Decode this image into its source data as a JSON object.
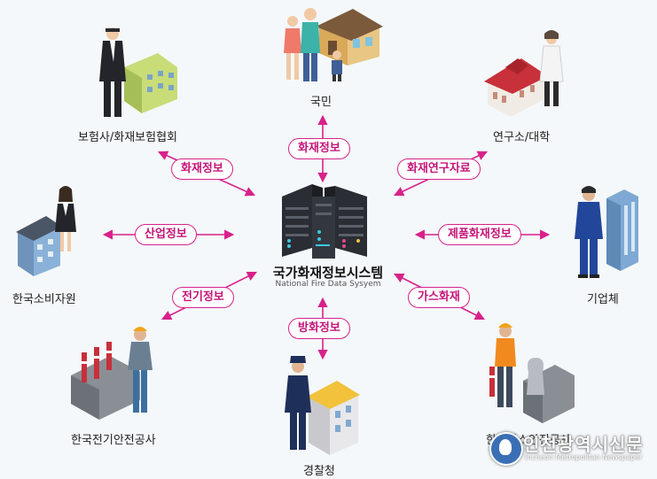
{
  "center": {
    "title": "국가화재정보시스템",
    "subtitle": "National Fire Data Sysyem"
  },
  "nodes": {
    "citizens": "국민",
    "insurance": "보험사/화재보험협회",
    "research": "연구소/대학",
    "consumer": "한국소비자원",
    "company": "기업체",
    "electrical": "한국전기안전공사",
    "police": "경찰청",
    "gas": "한국가스안전공사"
  },
  "flows": {
    "fire_info_top": "화재정보",
    "fire_info_left": "화재정보",
    "fire_research": "화재연구자료",
    "industry_info": "산업정보",
    "product_fire": "제품화재정보",
    "electric_info": "전기정보",
    "gas_fire": "가스화재",
    "arson_info": "방화정보"
  },
  "watermark": {
    "title": "인천광역시신문",
    "subtitle": "Incheon Metropolitan Newspaper"
  },
  "colors": {
    "accent": "#d8218a",
    "background": "#f4f8fa"
  }
}
